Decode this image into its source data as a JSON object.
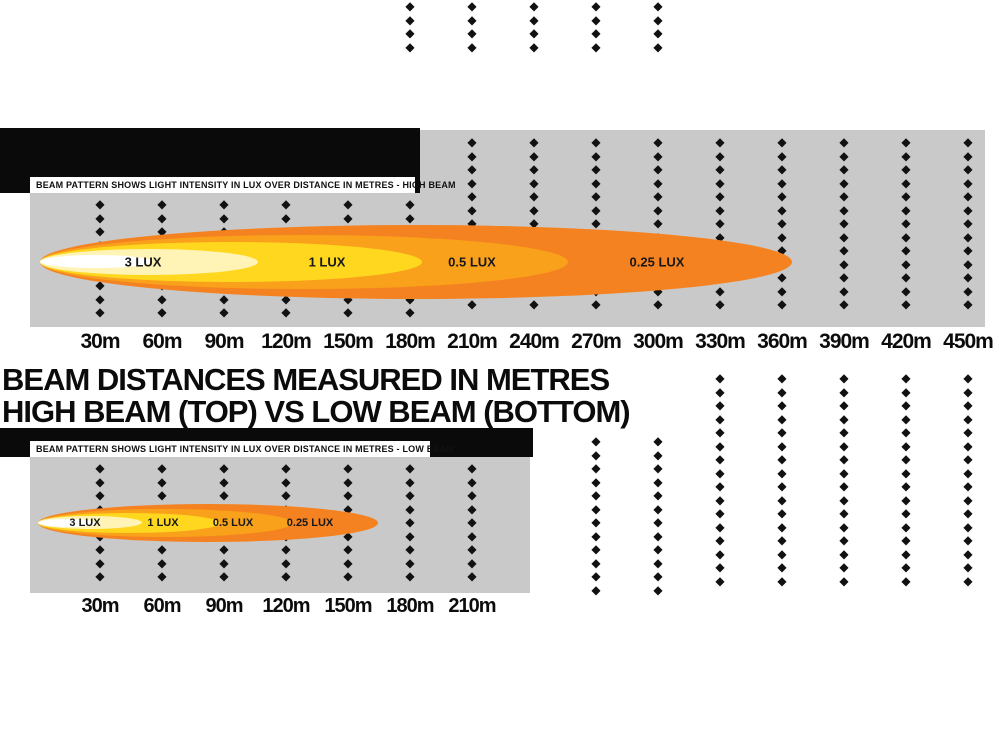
{
  "heading": {
    "line1": "BEAM DISTANCES MEASURED IN METRES",
    "line2": "HIGH BEAM (TOP) VS LOW BEAM (BOTTOM)"
  },
  "charts": {
    "top": {
      "title_note": "BEAM PATTERN SHOWS LIGHT INTENSITY IN LUX OVER DISTANCE IN METRES - HIGH BEAM",
      "lux_labels": [
        "3 LUX",
        "1 LUX",
        "0.5 LUX",
        "0.25 LUX"
      ],
      "ticks": [
        "30m",
        "60m",
        "90m",
        "120m",
        "150m",
        "180m",
        "210m",
        "240m",
        "270m",
        "300m",
        "330m",
        "360m",
        "390m",
        "420m",
        "450m"
      ]
    },
    "bottom": {
      "title_note": "BEAM PATTERN SHOWS LIGHT INTENSITY IN LUX OVER DISTANCE IN METRES - LOW BEAM",
      "lux_labels": [
        "3 LUX",
        "1 LUX",
        "0.5 LUX",
        "0.25 LUX"
      ],
      "ticks": [
        "30m",
        "60m",
        "90m",
        "120m",
        "150m",
        "180m",
        "210m"
      ]
    }
  },
  "colors": {
    "panel_black": "#0a0a0a",
    "chart_gray": "#c9c9c9",
    "beam_outer": "#f58220",
    "beam_mid": "#f9a11b",
    "beam_yellow": "#ffd71e",
    "beam_pale": "#fff4b5",
    "beam_core": "#ffffff"
  }
}
